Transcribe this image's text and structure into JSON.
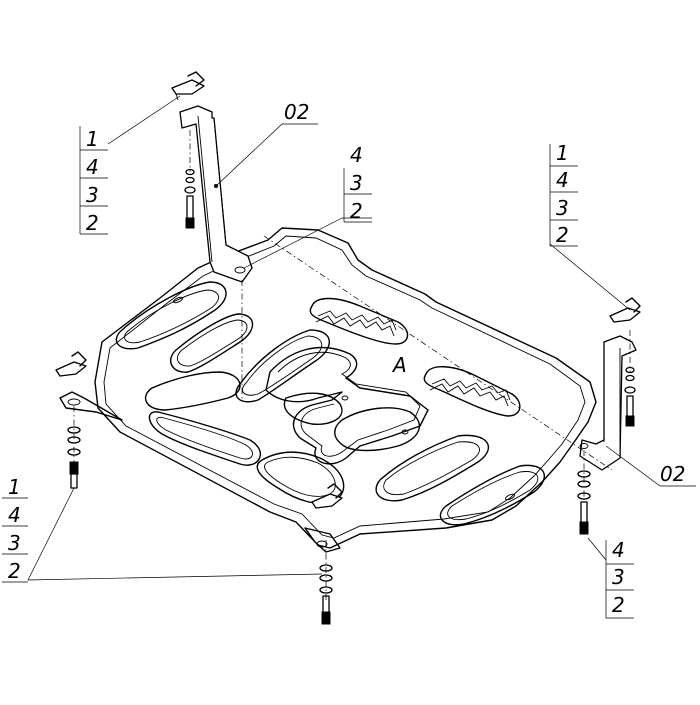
{
  "labels": {
    "c1": [
      "1",
      "4",
      "3",
      "2"
    ],
    "c2": [
      "4",
      "3",
      "2"
    ],
    "c3": [
      "1",
      "4",
      "3",
      "2"
    ],
    "c4": [
      "1",
      "4",
      "3",
      "2"
    ],
    "c5": [
      "4",
      "3",
      "2"
    ],
    "bracket_left": "02",
    "bracket_right": "02",
    "plate_mark": "A"
  }
}
